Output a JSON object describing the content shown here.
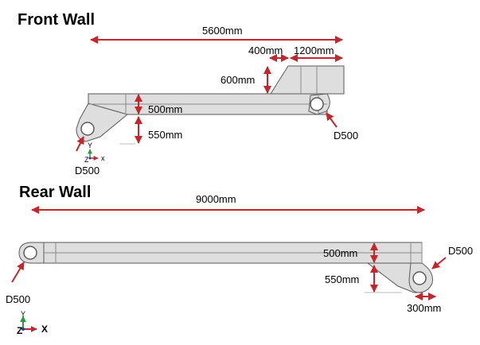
{
  "front_wall": {
    "title": "Front Wall",
    "dim_total": "5600mm",
    "dim_a": "400mm",
    "dim_b": "1200mm",
    "dim_height_top": "600mm",
    "dim_beam_depth": "500mm",
    "dim_lower": "550mm",
    "pin_left": "D500",
    "pin_right": "D500",
    "axis_y": "Y",
    "axis_x": "x",
    "axis_z": "Z"
  },
  "rear_wall": {
    "title": "Rear Wall",
    "dim_total": "9000mm",
    "dim_beam_depth": "500mm",
    "dim_lower": "550mm",
    "dim_offset": "300mm",
    "pin_left": "D500",
    "pin_right": "D500",
    "axis_y": "Y",
    "axis_x": "X",
    "axis_z": "Z"
  },
  "colors": {
    "body_fill": "#dedede",
    "outline": "#5a5a5a",
    "dimension": "#c0282d",
    "axis_y": "#2a9a3a",
    "axis_x": "#c0282d",
    "axis_z": "#1f3fa8"
  }
}
